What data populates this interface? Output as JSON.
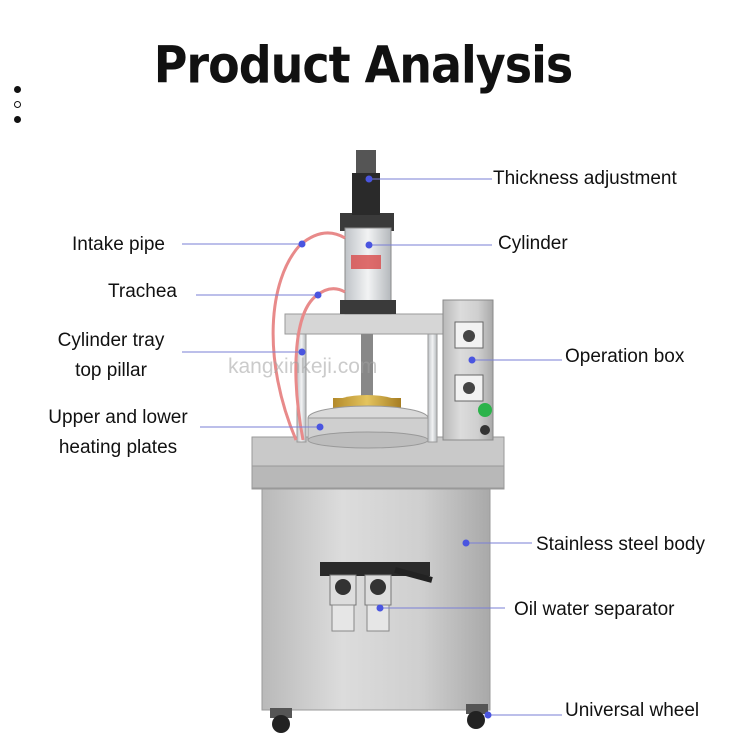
{
  "title": "Product Analysis",
  "watermark": "kangxinkeji.com",
  "labels": {
    "thickness_adjustment": "Thickness adjustment",
    "cylinder": "Cylinder",
    "intake_pipe": "Intake pipe",
    "trachea": "Trachea",
    "cylinder_tray_line1": "Cylinder tray",
    "cylinder_tray_line2": "top pillar",
    "operation_box": "Operation box",
    "heating_plates_line1": "Upper and lower",
    "heating_plates_line2": "heating plates",
    "stainless_body": "Stainless steel body",
    "oil_water_separator": "Oil water separator",
    "universal_wheel": "Universal wheel"
  },
  "colors": {
    "leader_line": "#7a7fd6",
    "dot": "#4a55e0",
    "steel": "#cfcfcf",
    "gold": "#c9a23a",
    "pipe": "#e88a8a",
    "button_green": "#2bb34a"
  }
}
